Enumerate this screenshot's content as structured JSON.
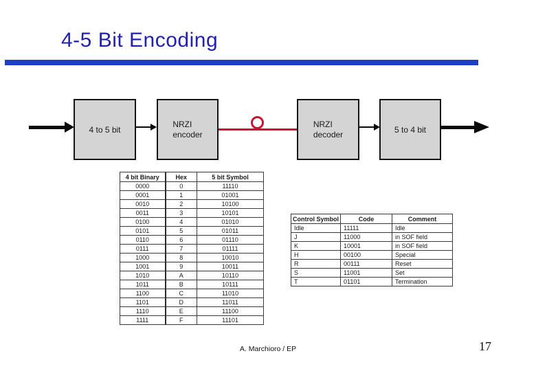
{
  "slide": {
    "title": "4-5 Bit Encoding",
    "footer": {
      "credit": "A. Marchioro / EP",
      "page_number": "17"
    },
    "colors": {
      "title_text": "#2121B2",
      "title_rule": "#1B3FC8",
      "block_fill": "#D4D4D4",
      "block_border": "#151515",
      "fiber_red": "#CE1132"
    }
  },
  "diagram": {
    "blocks": [
      {
        "label": "4 to 5 bit"
      },
      {
        "line1": "NRZI",
        "line2": "encoder"
      },
      {
        "line1": "NRZI",
        "line2": "decoder"
      },
      {
        "label": "5 to 4 bit"
      }
    ]
  },
  "encoding_table": {
    "headers": [
      "4 bit Binary",
      "Hex",
      "5 bit Symbol"
    ],
    "rows": [
      [
        "0000",
        "0",
        "11110"
      ],
      [
        "0001",
        "1",
        "01001"
      ],
      [
        "0010",
        "2",
        "10100"
      ],
      [
        "0011",
        "3",
        "10101"
      ],
      [
        "0100",
        "4",
        "01010"
      ],
      [
        "0101",
        "5",
        "01011"
      ],
      [
        "0110",
        "6",
        "01110"
      ],
      [
        "0111",
        "7",
        "01111"
      ],
      [
        "1000",
        "8",
        "10010"
      ],
      [
        "1001",
        "9",
        "10011"
      ],
      [
        "1010",
        "A",
        "10110"
      ],
      [
        "1011",
        "B",
        "10111"
      ],
      [
        "1100",
        "C",
        "11010"
      ],
      [
        "1101",
        "D",
        "11011"
      ],
      [
        "1110",
        "E",
        "11100"
      ],
      [
        "1111",
        "F",
        "11101"
      ]
    ]
  },
  "control_table": {
    "headers": [
      "Control Symbol",
      "Code",
      "Comment"
    ],
    "rows": [
      [
        "Idle",
        "11111",
        "Idle"
      ],
      [
        "J",
        "11000",
        "in SOF field"
      ],
      [
        "K",
        "10001",
        "in SOF field"
      ],
      [
        "H",
        "00100",
        "Special"
      ],
      [
        "R",
        "00111",
        "Reset"
      ],
      [
        "S",
        "11001",
        "Set"
      ],
      [
        "T",
        "01101",
        "Termination"
      ]
    ]
  }
}
